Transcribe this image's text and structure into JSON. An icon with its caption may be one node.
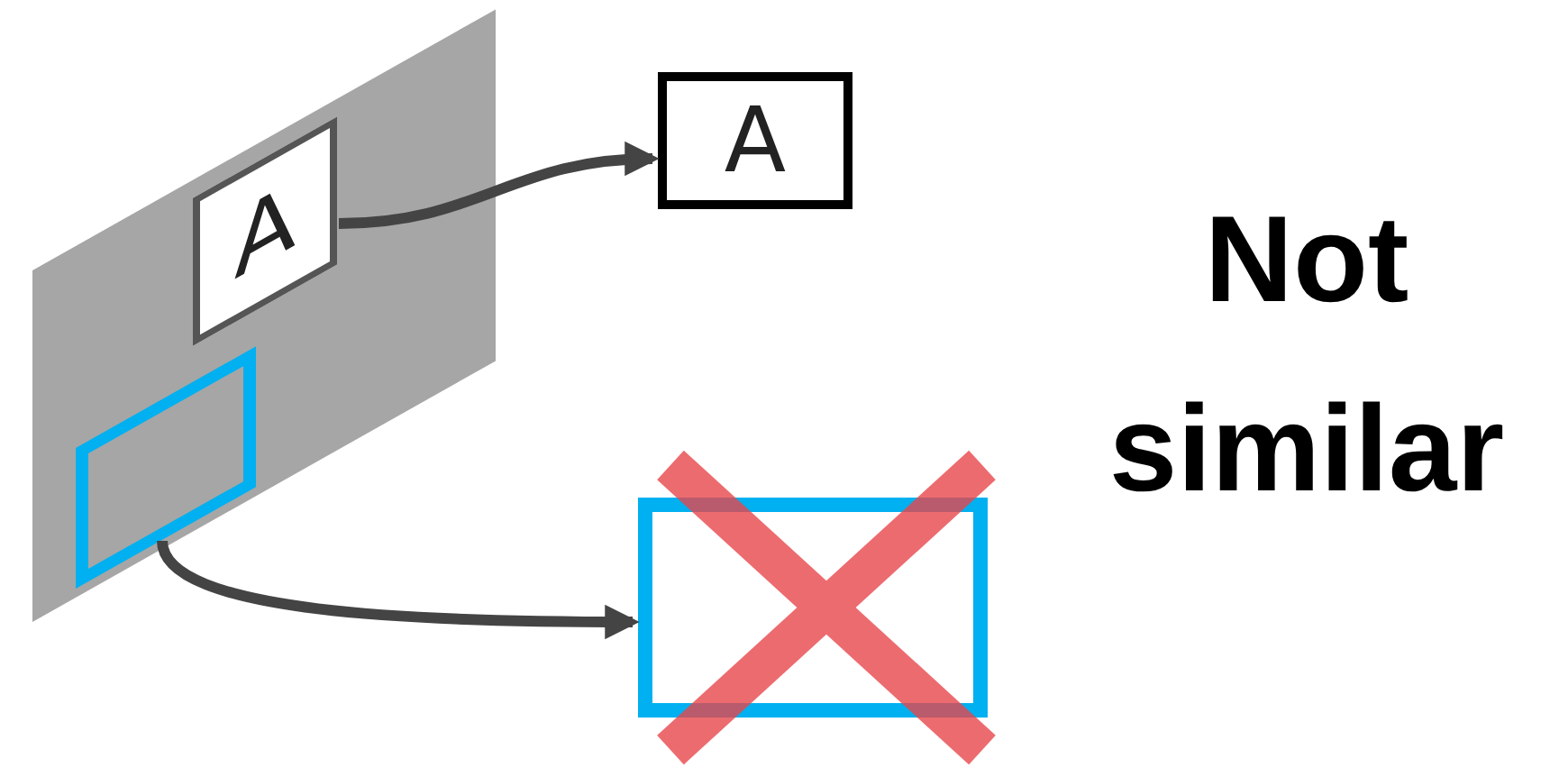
{
  "diagram": {
    "nodes": [
      {
        "text": [],
        "shape": "parallelogram"
      },
      {
        "text": [
          "A"
        ],
        "in": 0
      },
      {
        "text": [],
        "shape": "box",
        "in": 0
      },
      {
        "text": [
          "A"
        ]
      },
      {
        "text": [],
        "shape": "box"
      }
    ],
    "edges": [
      {
        "from": 1,
        "to": 3,
        "arrow": "to"
      },
      {
        "from": 2,
        "to": 4,
        "arrow": "to"
      }
    ],
    "labels": [
      "Not similar"
    ]
  }
}
